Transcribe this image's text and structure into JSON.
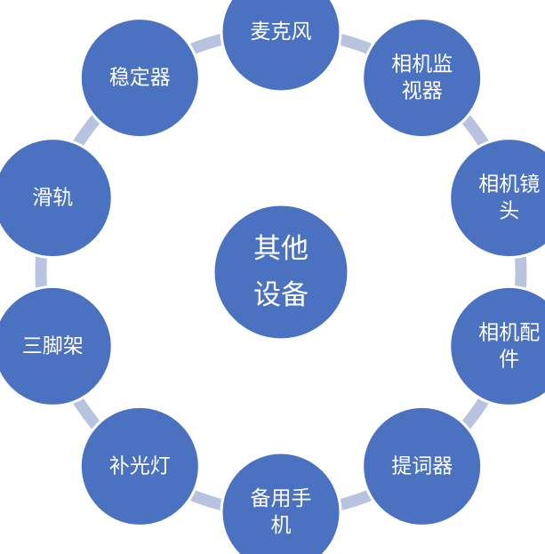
{
  "diagram": {
    "center": {
      "lines": [
        "其他",
        "设备"
      ]
    },
    "nodes": [
      {
        "id": "mic",
        "lines": [
          "麦克风"
        ]
      },
      {
        "id": "camera-monitor",
        "lines": [
          "相机监",
          "视器"
        ]
      },
      {
        "id": "camera-lens",
        "lines": [
          "相机镜",
          "头"
        ]
      },
      {
        "id": "camera-accessories",
        "lines": [
          "相机配",
          "件"
        ]
      },
      {
        "id": "teleprompter",
        "lines": [
          "提词器"
        ]
      },
      {
        "id": "backup-phone",
        "lines": [
          "备用手",
          "机"
        ]
      },
      {
        "id": "fill-light",
        "lines": [
          "补光灯"
        ]
      },
      {
        "id": "tripod",
        "lines": [
          "三脚架"
        ]
      },
      {
        "id": "slider",
        "lines": [
          "滑轨"
        ]
      },
      {
        "id": "stabilizer",
        "lines": [
          "稳定器"
        ]
      }
    ],
    "colors": {
      "node": "#4a72c0",
      "ring": "#b7c3df",
      "text": "#ffffff"
    }
  }
}
